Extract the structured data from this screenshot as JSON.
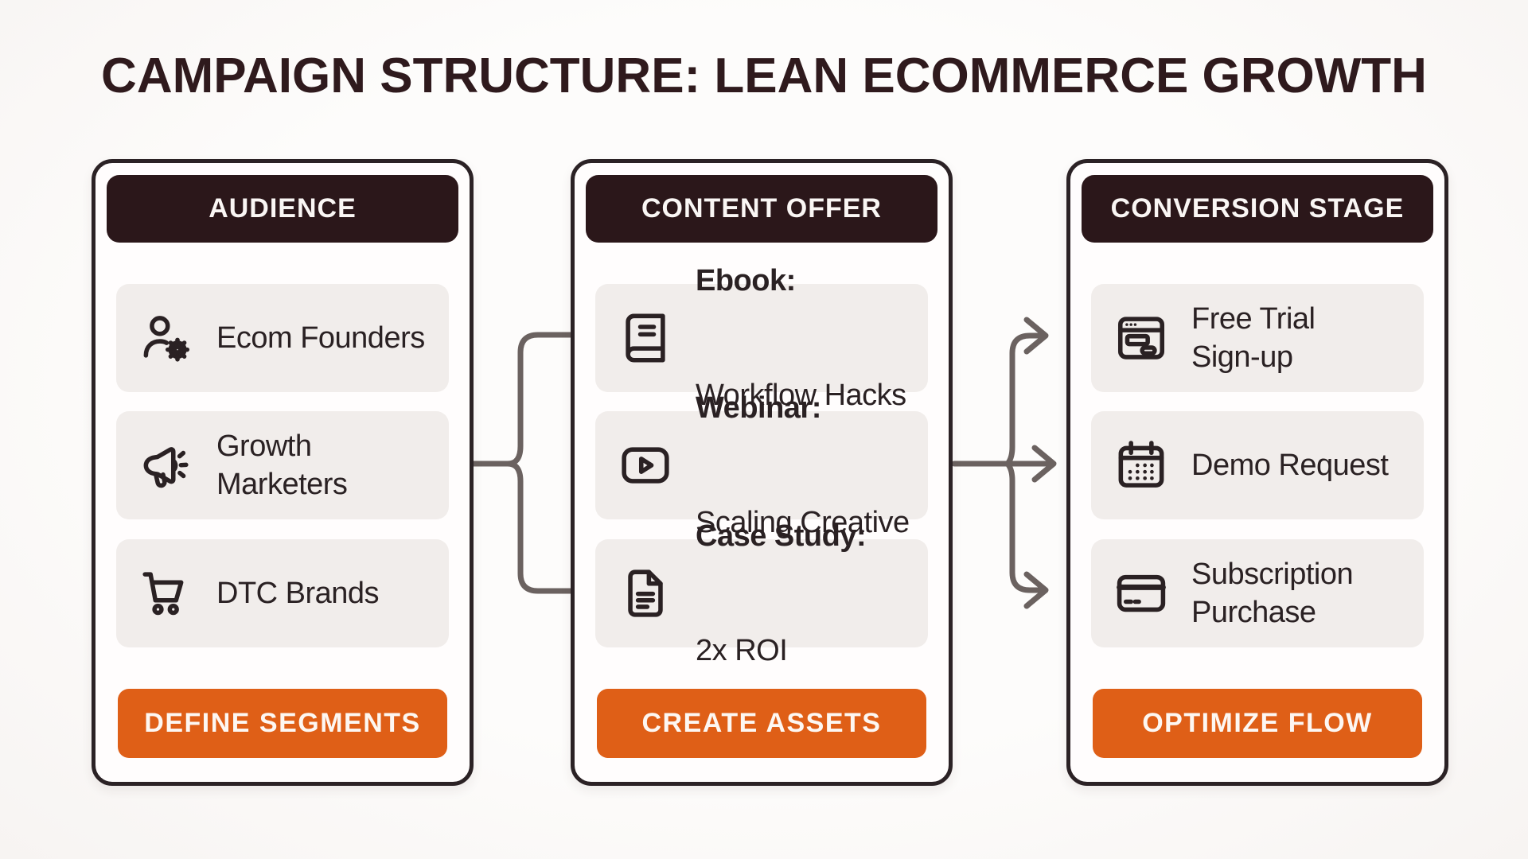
{
  "page": {
    "title": "CAMPAIGN STRUCTURE: LEAN ECOMMERCE GROWTH"
  },
  "colors": {
    "background": "#fbf9f8",
    "card_background": "#fffdfd",
    "card_border": "#2b2225",
    "header_background": "#2b171a",
    "header_text": "#faf6f4",
    "item_background": "#f1edeb",
    "item_text": "#2a2123",
    "accent_orange": "#df5f17",
    "button_text": "#fdf7f2",
    "connector_gray": "#6b6260",
    "title_color": "#2f1a1d"
  },
  "columns": [
    {
      "header": "AUDIENCE",
      "items": [
        {
          "icon": "user-gear-icon",
          "label": "Ecom Founders"
        },
        {
          "icon": "megaphone-icon",
          "label": "Growth\nMarketers"
        },
        {
          "icon": "shopping-cart-icon",
          "label": "DTC Brands"
        }
      ],
      "button": "DEFINE SEGMENTS"
    },
    {
      "header": "CONTENT OFFER",
      "items": [
        {
          "icon": "book-icon",
          "title": "Ebook:",
          "label": "Workflow Hacks"
        },
        {
          "icon": "video-play-icon",
          "title": "Webinar:",
          "label": "Scaling Creative"
        },
        {
          "icon": "document-icon",
          "title": "Case Study:",
          "label": "2x ROI"
        }
      ],
      "button": "CREATE ASSETS"
    },
    {
      "header": "CONVERSION STAGE",
      "items": [
        {
          "icon": "signup-form-icon",
          "label": "Free Trial\nSign-up"
        },
        {
          "icon": "calendar-icon",
          "label": "Demo Request"
        },
        {
          "icon": "credit-card-icon",
          "label": "Subscription\nPurchase"
        }
      ],
      "button": "OPTIMIZE FLOW"
    }
  ]
}
